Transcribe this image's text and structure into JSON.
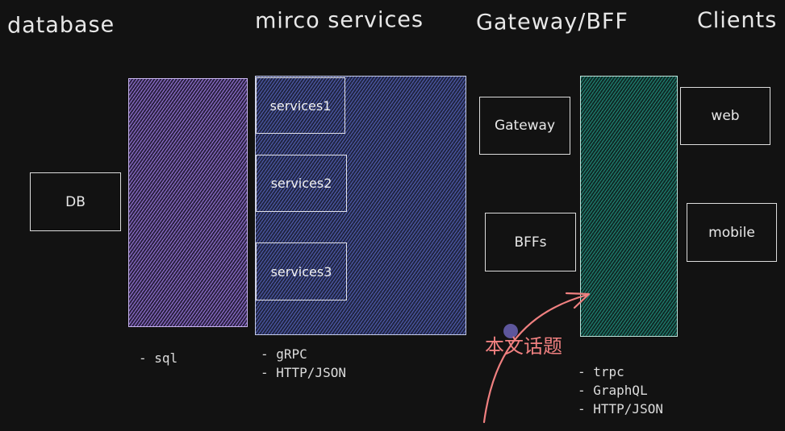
{
  "headers": {
    "database": "database",
    "micro": "mirco services",
    "gateway": "Gateway/BFF",
    "clients": "Clients"
  },
  "boxes": {
    "db": "DB",
    "services": [
      "services1",
      "services2",
      "services3"
    ],
    "gateway": "Gateway",
    "bffs": "BFFs",
    "web": "web",
    "mobile": "mobile"
  },
  "notes": {
    "database": [
      "- sql"
    ],
    "micro": [
      "- gRPC",
      "- HTTP/JSON"
    ],
    "bff": [
      "- trpc",
      "- GraphQL",
      "- HTTP/JSON"
    ]
  },
  "annotation": {
    "label": "本文话题",
    "color": "#f08080"
  },
  "colors": {
    "background": "#121212",
    "database_layer": "#8b6cc9",
    "micro_layer": "#4c58a6",
    "bff_layer": "#1f7f70"
  }
}
